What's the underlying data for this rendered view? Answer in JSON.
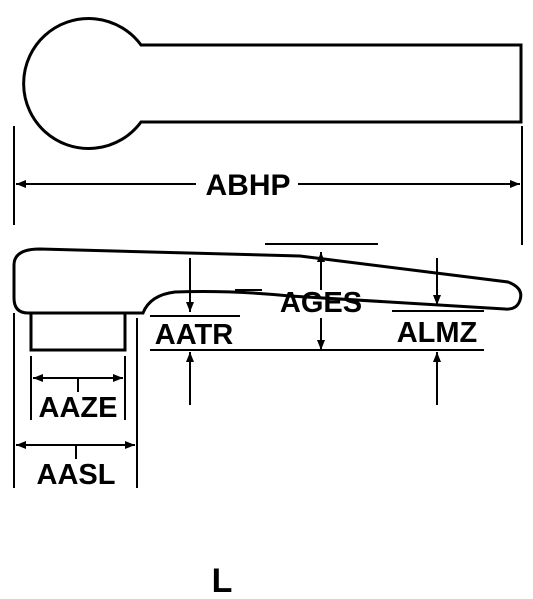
{
  "diagram": {
    "dimensions": {
      "overall_length": "ABHP",
      "height": "AGES",
      "lower_offset": "AATR",
      "tip_height": "ALMZ",
      "collar_width": "AAZE",
      "base_width": "AASL"
    },
    "view_letter": "L"
  }
}
